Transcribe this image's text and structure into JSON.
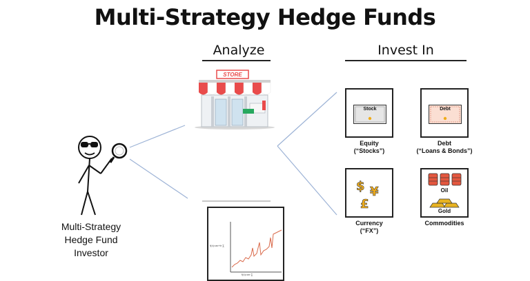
{
  "title": "Multi-Strategy Hedge Funds",
  "headings": {
    "analyze": "Analyze",
    "invest_in": "Invest In"
  },
  "store_sign": "STORE",
  "investor": {
    "lines": [
      "Multi-Strategy",
      "Hedge Fund",
      "Investor"
    ]
  },
  "chart_formulas": {
    "top": "f(x)=ax+b·∑",
    "bottom": "f(x)=ax·∑"
  },
  "assets": {
    "equity": {
      "doc_label": "Stock",
      "caption": [
        "Equity",
        "(“Stocks”)"
      ]
    },
    "debt": {
      "doc_label": "Debt",
      "caption": [
        "Debt",
        "(“Loans & Bonds”)"
      ]
    },
    "currency": {
      "caption": [
        "Currency",
        "(“FX”)"
      ]
    },
    "commodities": {
      "oil": "Oil",
      "gold": "Gold",
      "caption": [
        "Commodities"
      ]
    }
  },
  "colors": {
    "stock_doc": "#e6e6e6",
    "debt_doc": "#fbdfd3",
    "oil_barrel": "#e4573f",
    "gold_bar": "#e8b321",
    "currency_symbol": "#f0ac1a",
    "awning_red": "#e94b4b",
    "connector": "#9db3d6"
  }
}
